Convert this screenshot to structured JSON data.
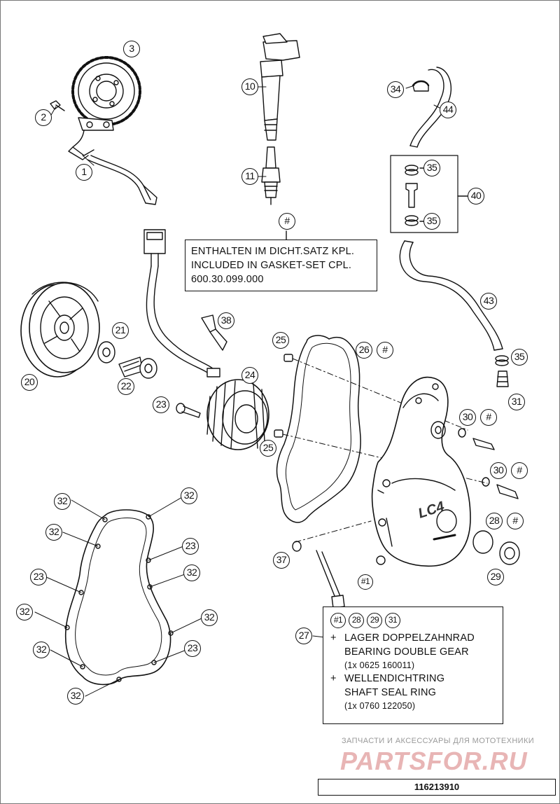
{
  "callouts": {
    "c1": "1",
    "c2": "2",
    "c3": "3",
    "c10": "10",
    "c11": "11",
    "c34": "34",
    "c44": "44",
    "c35a": "35",
    "c40": "40",
    "c35b": "35",
    "c_hash_note": "#",
    "c43": "43",
    "c38": "38",
    "c21": "21",
    "c20": "20",
    "c22": "22",
    "c24": "24",
    "c23a": "23",
    "c25a": "25",
    "c26": "26",
    "c26h": "#",
    "c35c": "35",
    "c31": "31",
    "c25b": "25",
    "c30a": "30",
    "c30ah": "#",
    "c30b": "30",
    "c30bh": "#",
    "c28": "28",
    "c28h": "#",
    "c29": "29",
    "c37": "37",
    "c1h": "#1",
    "g32a": "32",
    "g32b": "32",
    "g32c": "32",
    "g23a": "23",
    "g32d": "32",
    "g23b": "23",
    "g32e": "32",
    "g32f": "32",
    "g32g": "32",
    "g23c": "23",
    "g32h": "32",
    "c27": "27",
    "k1": "#1",
    "k28": "28",
    "k29": "29",
    "k31": "31"
  },
  "gasket_note": {
    "line1": "ENTHALTEN IM DICHT.SATZ KPL.",
    "line2": "INCLUDED IN GASKET-SET CPL.",
    "line3": "600.30.099.000"
  },
  "kit_note": {
    "item1_de": "LAGER DOPPELZAHNRAD",
    "item1_en": "BEARING DOUBLE GEAR",
    "item1_pn": "(1x 0625 160011)",
    "item2_de": "WELLENDICHTRING",
    "item2_en": "SHAFT SEAL RING",
    "item2_pn": "(1x 0760 122050)",
    "plus": "+"
  },
  "cover_logo": "LC4",
  "watermark": {
    "caption": "ЗАПЧАСТИ И АКСЕССУАРЫ ДЛЯ МОТОТЕХНИКИ",
    "brand": "PARTSFOR.RU"
  },
  "drawing_number": "116213910"
}
